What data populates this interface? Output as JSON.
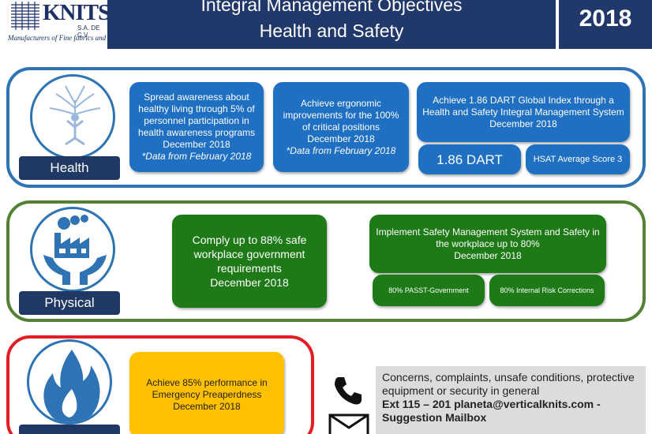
{
  "header": {
    "logo_brand": "KNITS",
    "logo_sub": "S.A. DE C.V.",
    "logo_tagline": "Manufacturers of Fine fabrics and apparel",
    "title_line1": "Integral Management Objectives",
    "title_line2": "Health and Safety",
    "year": "2018"
  },
  "health": {
    "label": "Health",
    "box1": {
      "text": "Spread awareness about healthy living through 5% of personnel participation in health awareness programs",
      "date": "December 2018",
      "note": "*Data from February 2018"
    },
    "box2": {
      "text": "Achieve ergonomic improvements for the 100% of critical positions",
      "date": "December 2018",
      "note": "*Data from February 2018"
    },
    "box3": {
      "text": "Achieve 1.86 DART Global Index through  a Health and Safety Integral Management System",
      "date": "December 2018"
    },
    "metric1": "1.86 DART",
    "metric2": "HSAT Average Score 3"
  },
  "physical": {
    "label": "Physical",
    "box1": {
      "text": "Comply up to 88% safe workplace government requirements",
      "date": "December 2018"
    },
    "box2": {
      "text": "Implement Safety Management System and Safety in the workplace up to 80%",
      "date": "December 2018"
    },
    "metric1": "80% PASST-Government",
    "metric2": "80% Internal Risk Corrections"
  },
  "emergency": {
    "box1": {
      "text": "Achieve 85% performance in Emergency Preaperdness",
      "date": "December 2018"
    }
  },
  "contact": {
    "line1": "Concerns, complaints, unsafe conditions, protective equipment or security in general",
    "line2": "Ext   115   –   201     planeta@verticalknits.com   -",
    "line3": "Suggestion Mailbox"
  },
  "icons": [
    "meditation-tree-icon",
    "factory-hands-icon",
    "fire-icon",
    "phone-icon",
    "mail-icon"
  ],
  "colors": {
    "header": "#21386b",
    "health_accent": "#2e74b5",
    "physical_accent": "#548235",
    "emergency_accent": "#e31e24",
    "blue_box": "#1f6fc3",
    "green_box": "#1e7a17",
    "yellow_box": "#ffc000"
  }
}
